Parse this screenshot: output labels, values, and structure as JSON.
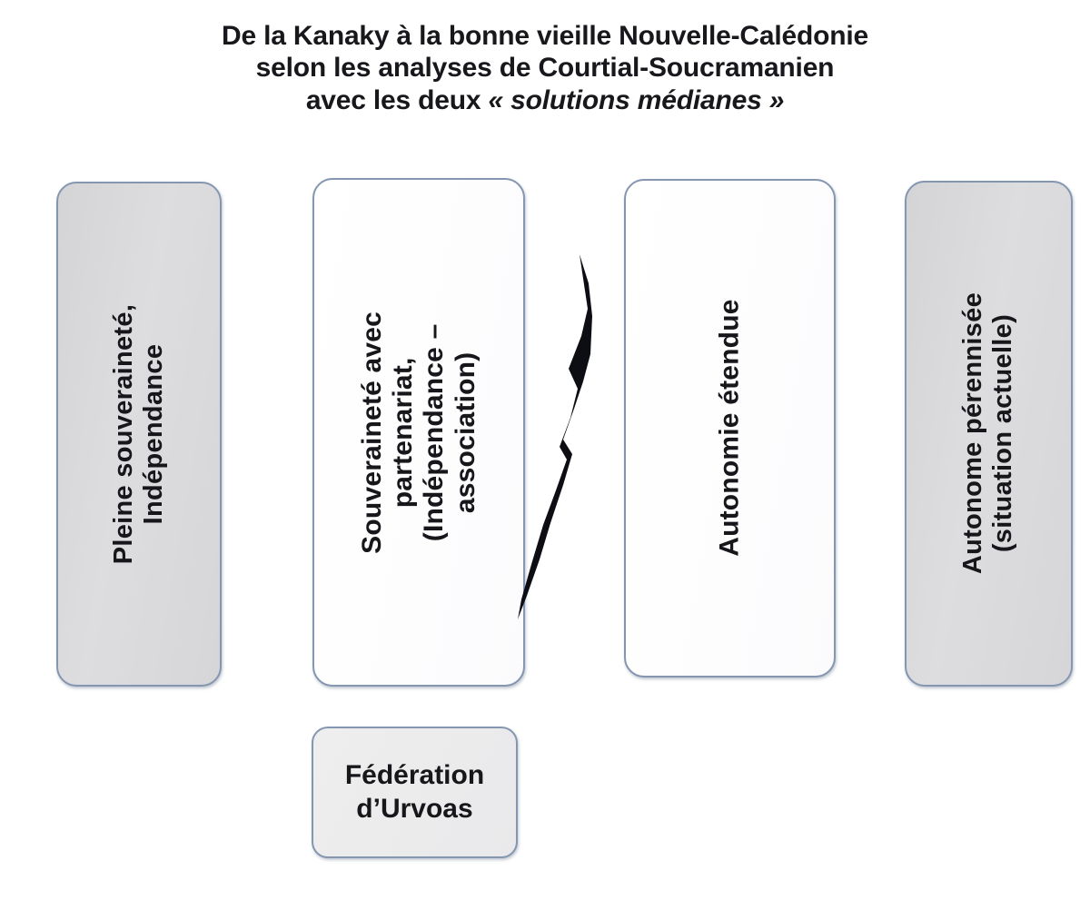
{
  "title": {
    "line1": "De la Kanaky à la bonne vieille Nouvelle-Calédonie",
    "line2": "selon les analyses de Courtial-Soucramanien",
    "line3_plain_before": "avec les deux ",
    "line3_italic": "« solutions médianes »"
  },
  "nodes": [
    {
      "id": "pleine-souverainete",
      "label": "Pleine souveraineté,\nIndépendance",
      "line1": "Pleine souveraineté,",
      "line2": "Indépendance",
      "orientation": "vertical",
      "fill": "#d9d9d9",
      "border": "#8496b0",
      "emphasis": "regular"
    },
    {
      "id": "souverainete-partenariat",
      "label": "Souveraineté avec partenariat, (Indépendance – association)",
      "line1": "Souveraineté avec",
      "line2": "partenariat,",
      "line3": "(Indépendance –",
      "line4": "association)",
      "orientation": "vertical",
      "fill": "#ffffff",
      "border": "#8496b0",
      "emphasis": "bold"
    },
    {
      "id": "autonomie-etendue",
      "label": "Autonomie étendue",
      "line1": "Autonomie étendue",
      "orientation": "vertical",
      "fill": "#ffffff",
      "border": "#8496b0",
      "emphasis": "bold"
    },
    {
      "id": "autonome-perennisee",
      "label": "Autonome pérennisée (situation actuelle)",
      "line1": "Autonome pérennisée",
      "line2": "(situation actuelle)",
      "orientation": "vertical",
      "fill": "#d9d9d9",
      "border": "#8496b0",
      "emphasis": "regular"
    },
    {
      "id": "federation-urvoas",
      "label": "Fédération d’Urvoas",
      "line1": "Fédération",
      "line2": "d’Urvoas",
      "orientation": "horizontal",
      "fill": "#ebebeb",
      "border": "#8496b0",
      "emphasis": "bold"
    }
  ],
  "decorations": [
    {
      "id": "lightning-shape",
      "name": "lightning-bolt-divider",
      "color": "#0d0d14",
      "between": [
        "souverainete-partenariat",
        "autonomie-etendue"
      ]
    }
  ],
  "colors": {
    "box_border": "#8496b0",
    "box_fill_gray": "#d9d9d9",
    "box_fill_white": "#ffffff",
    "box_fill_lightgray": "#ebebeb",
    "text": "#17171b",
    "lightning": "#0d0d14",
    "background": "#ffffff"
  }
}
